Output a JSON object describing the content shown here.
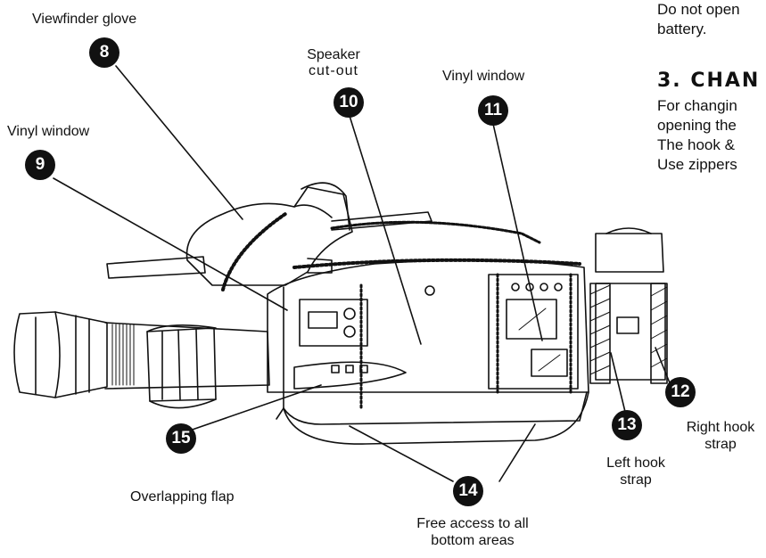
{
  "labels": {
    "viewfinder_glove": "Viewfinder glove",
    "speaker_cutout_1": "Speaker",
    "speaker_cutout_2": "cut-out",
    "vinyl_window_top": "Vinyl window",
    "vinyl_window_left": "Vinyl window",
    "right_hook_strap_1": "Right hook",
    "right_hook_strap_2": "strap",
    "left_hook_strap_1": "Left hook",
    "left_hook_strap_2": "strap",
    "overlapping_flap": "Overlapping flap",
    "free_access_1": "Free access to all",
    "free_access_2": "bottom areas"
  },
  "badges": {
    "b8": "8",
    "b9": "9",
    "b10": "10",
    "b11": "11",
    "b12": "12",
    "b13": "13",
    "b14": "14",
    "b15": "15"
  },
  "document": {
    "line1": "Do not open",
    "line2": "battery.",
    "heading": "3. CHAN",
    "line3": "For changin",
    "line4": "opening the",
    "line5": "The hook &",
    "line6": "Use zippers"
  }
}
